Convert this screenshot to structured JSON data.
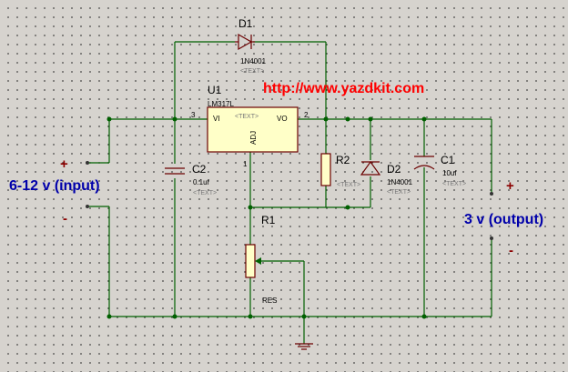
{
  "website": "http://www.yazdkit.com",
  "input_label": "6-12 v (input)",
  "output_label": "3 v (output)",
  "input_plus": "+",
  "input_minus": "-",
  "output_plus": "+",
  "output_minus": "-",
  "components": {
    "u1": {
      "ref": "U1",
      "part": "LM317L",
      "text": "<TEXT>",
      "pin_vi": "VI",
      "pin_vo": "VO",
      "pin_adj": "ADJ",
      "pin3": "3",
      "pin2": "2",
      "pin1": "1"
    },
    "d1": {
      "ref": "D1",
      "value": "1N4001",
      "text": "<TEXT>"
    },
    "d2": {
      "ref": "D2",
      "value": "1N4001",
      "text": "<TEXT>"
    },
    "c1": {
      "ref": "C1",
      "value": "10uf",
      "text": "<TEXT>"
    },
    "c2": {
      "ref": "C2",
      "value": "0.1uf",
      "text": "<TEXT>"
    },
    "r1": {
      "ref": "R1",
      "value": "RES"
    },
    "r2": {
      "ref": "R2",
      "text": "<TEXT>"
    }
  }
}
